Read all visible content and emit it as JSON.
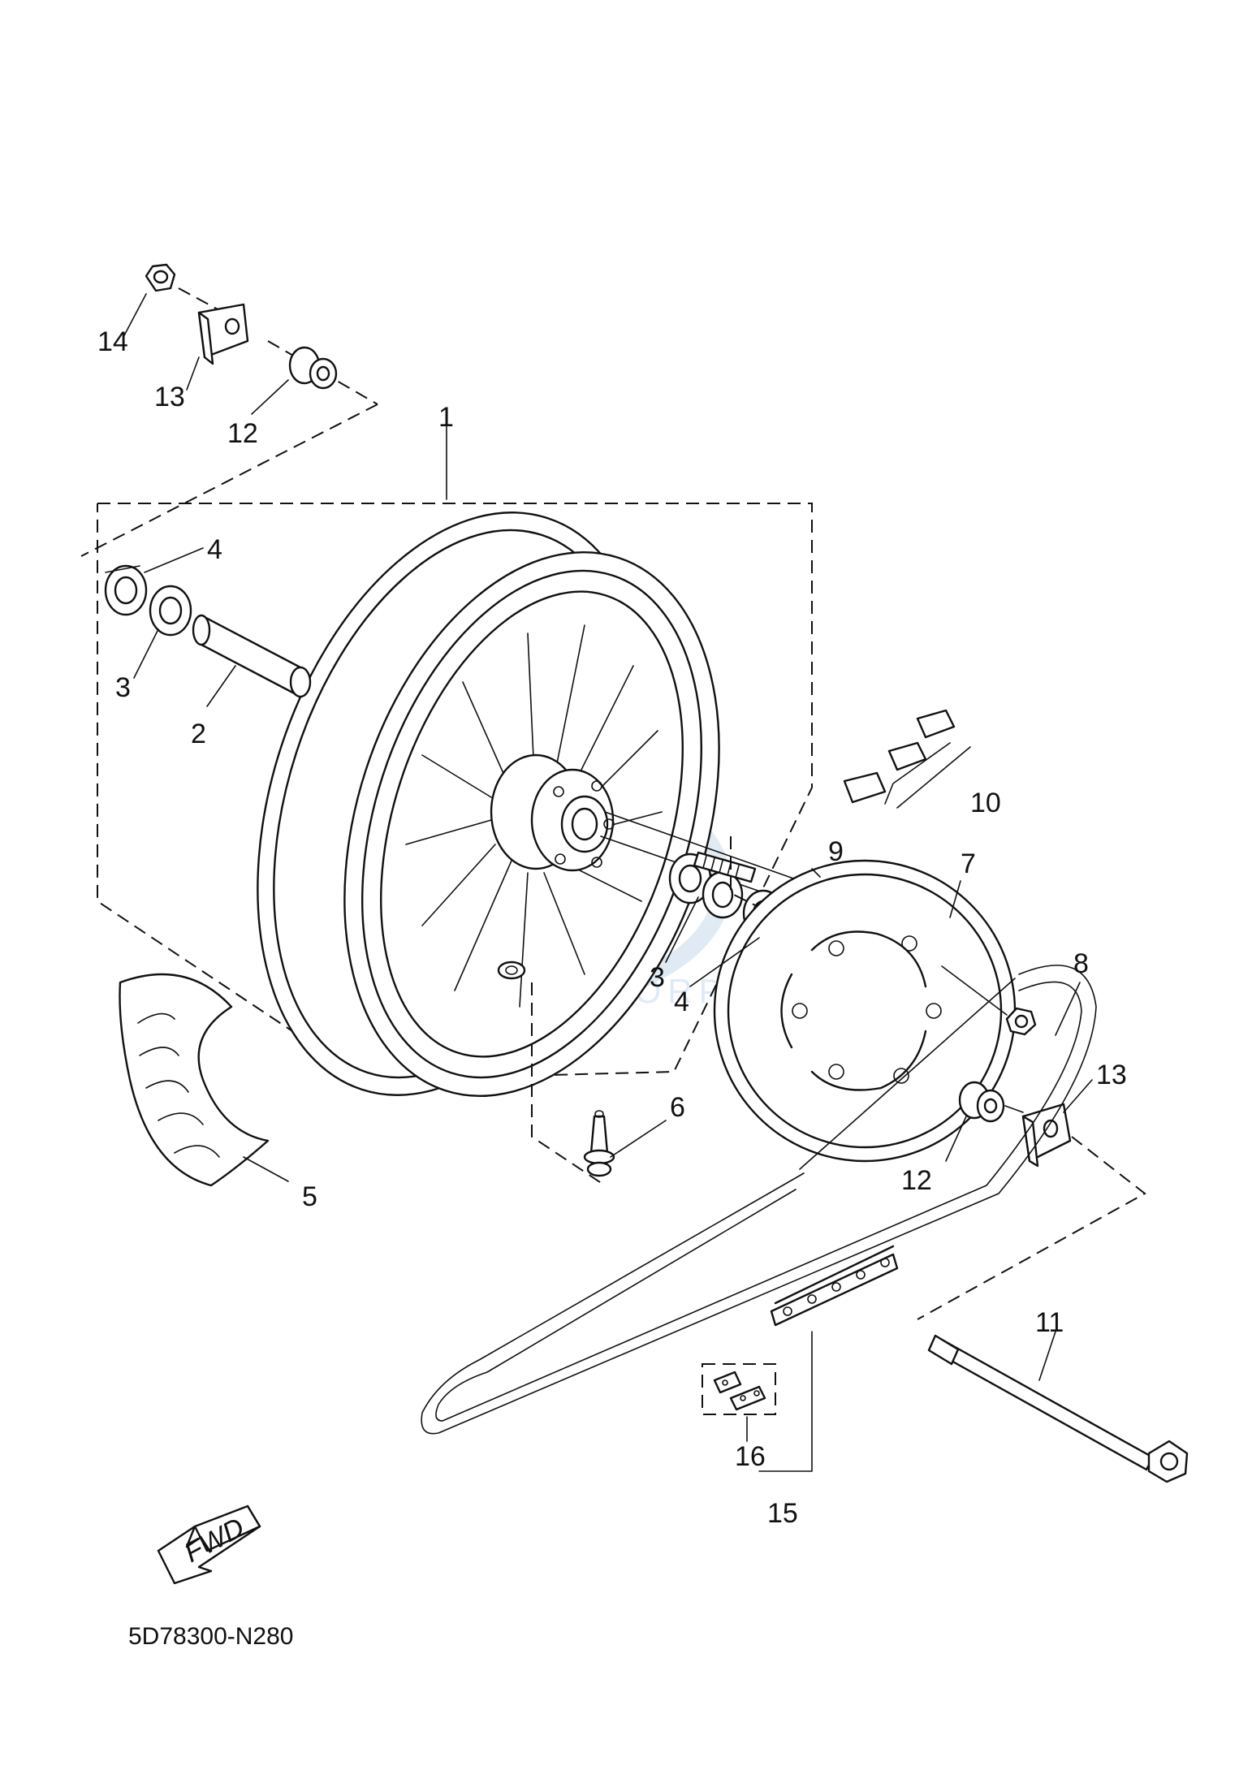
{
  "callouts": {
    "c1": "1",
    "c2": "2",
    "c3a": "3",
    "c3b": "3",
    "c4a": "4",
    "c4b": "4",
    "c5": "5",
    "c6": "6",
    "c7": "7",
    "c8": "8",
    "c9": "9",
    "c10": "10",
    "c11": "11",
    "c12a": "12",
    "c12b": "12",
    "c13a": "13",
    "c13b": "13",
    "c14": "14",
    "c15": "15",
    "c16": "16"
  },
  "fwd_label": "FWD",
  "diagram_code": "5D78300-N280",
  "watermark": "MOTORPARTS"
}
